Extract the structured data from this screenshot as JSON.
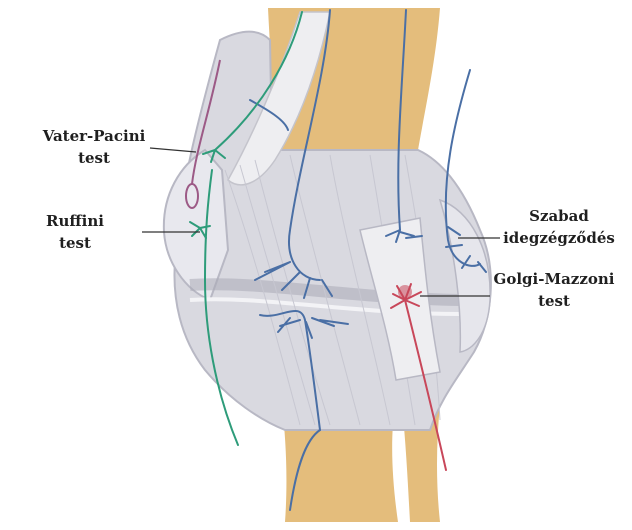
{
  "labels": {
    "vater_pacini": {
      "line1": "Vater-Pacini",
      "line2": "test"
    },
    "ruffini": {
      "line1": "Ruffini",
      "line2": "test"
    },
    "szabad": {
      "line1": "Szabad",
      "line2": "idegzégződés"
    },
    "golgi_mazzoni": {
      "line1": "Golgi-Mazzoni",
      "line2": "test"
    }
  },
  "colors": {
    "bone": "#e4bd7c",
    "capsule": "#d9d9e0",
    "capsule_edge": "#b8b8c4",
    "ligament": "#eeeef1",
    "nerve_blue": "#4a6fa5",
    "nerve_green": "#2e9c7a",
    "nerve_red": "#c8475a",
    "nerve_purple": "#9c5a86",
    "leader": "#333333"
  }
}
